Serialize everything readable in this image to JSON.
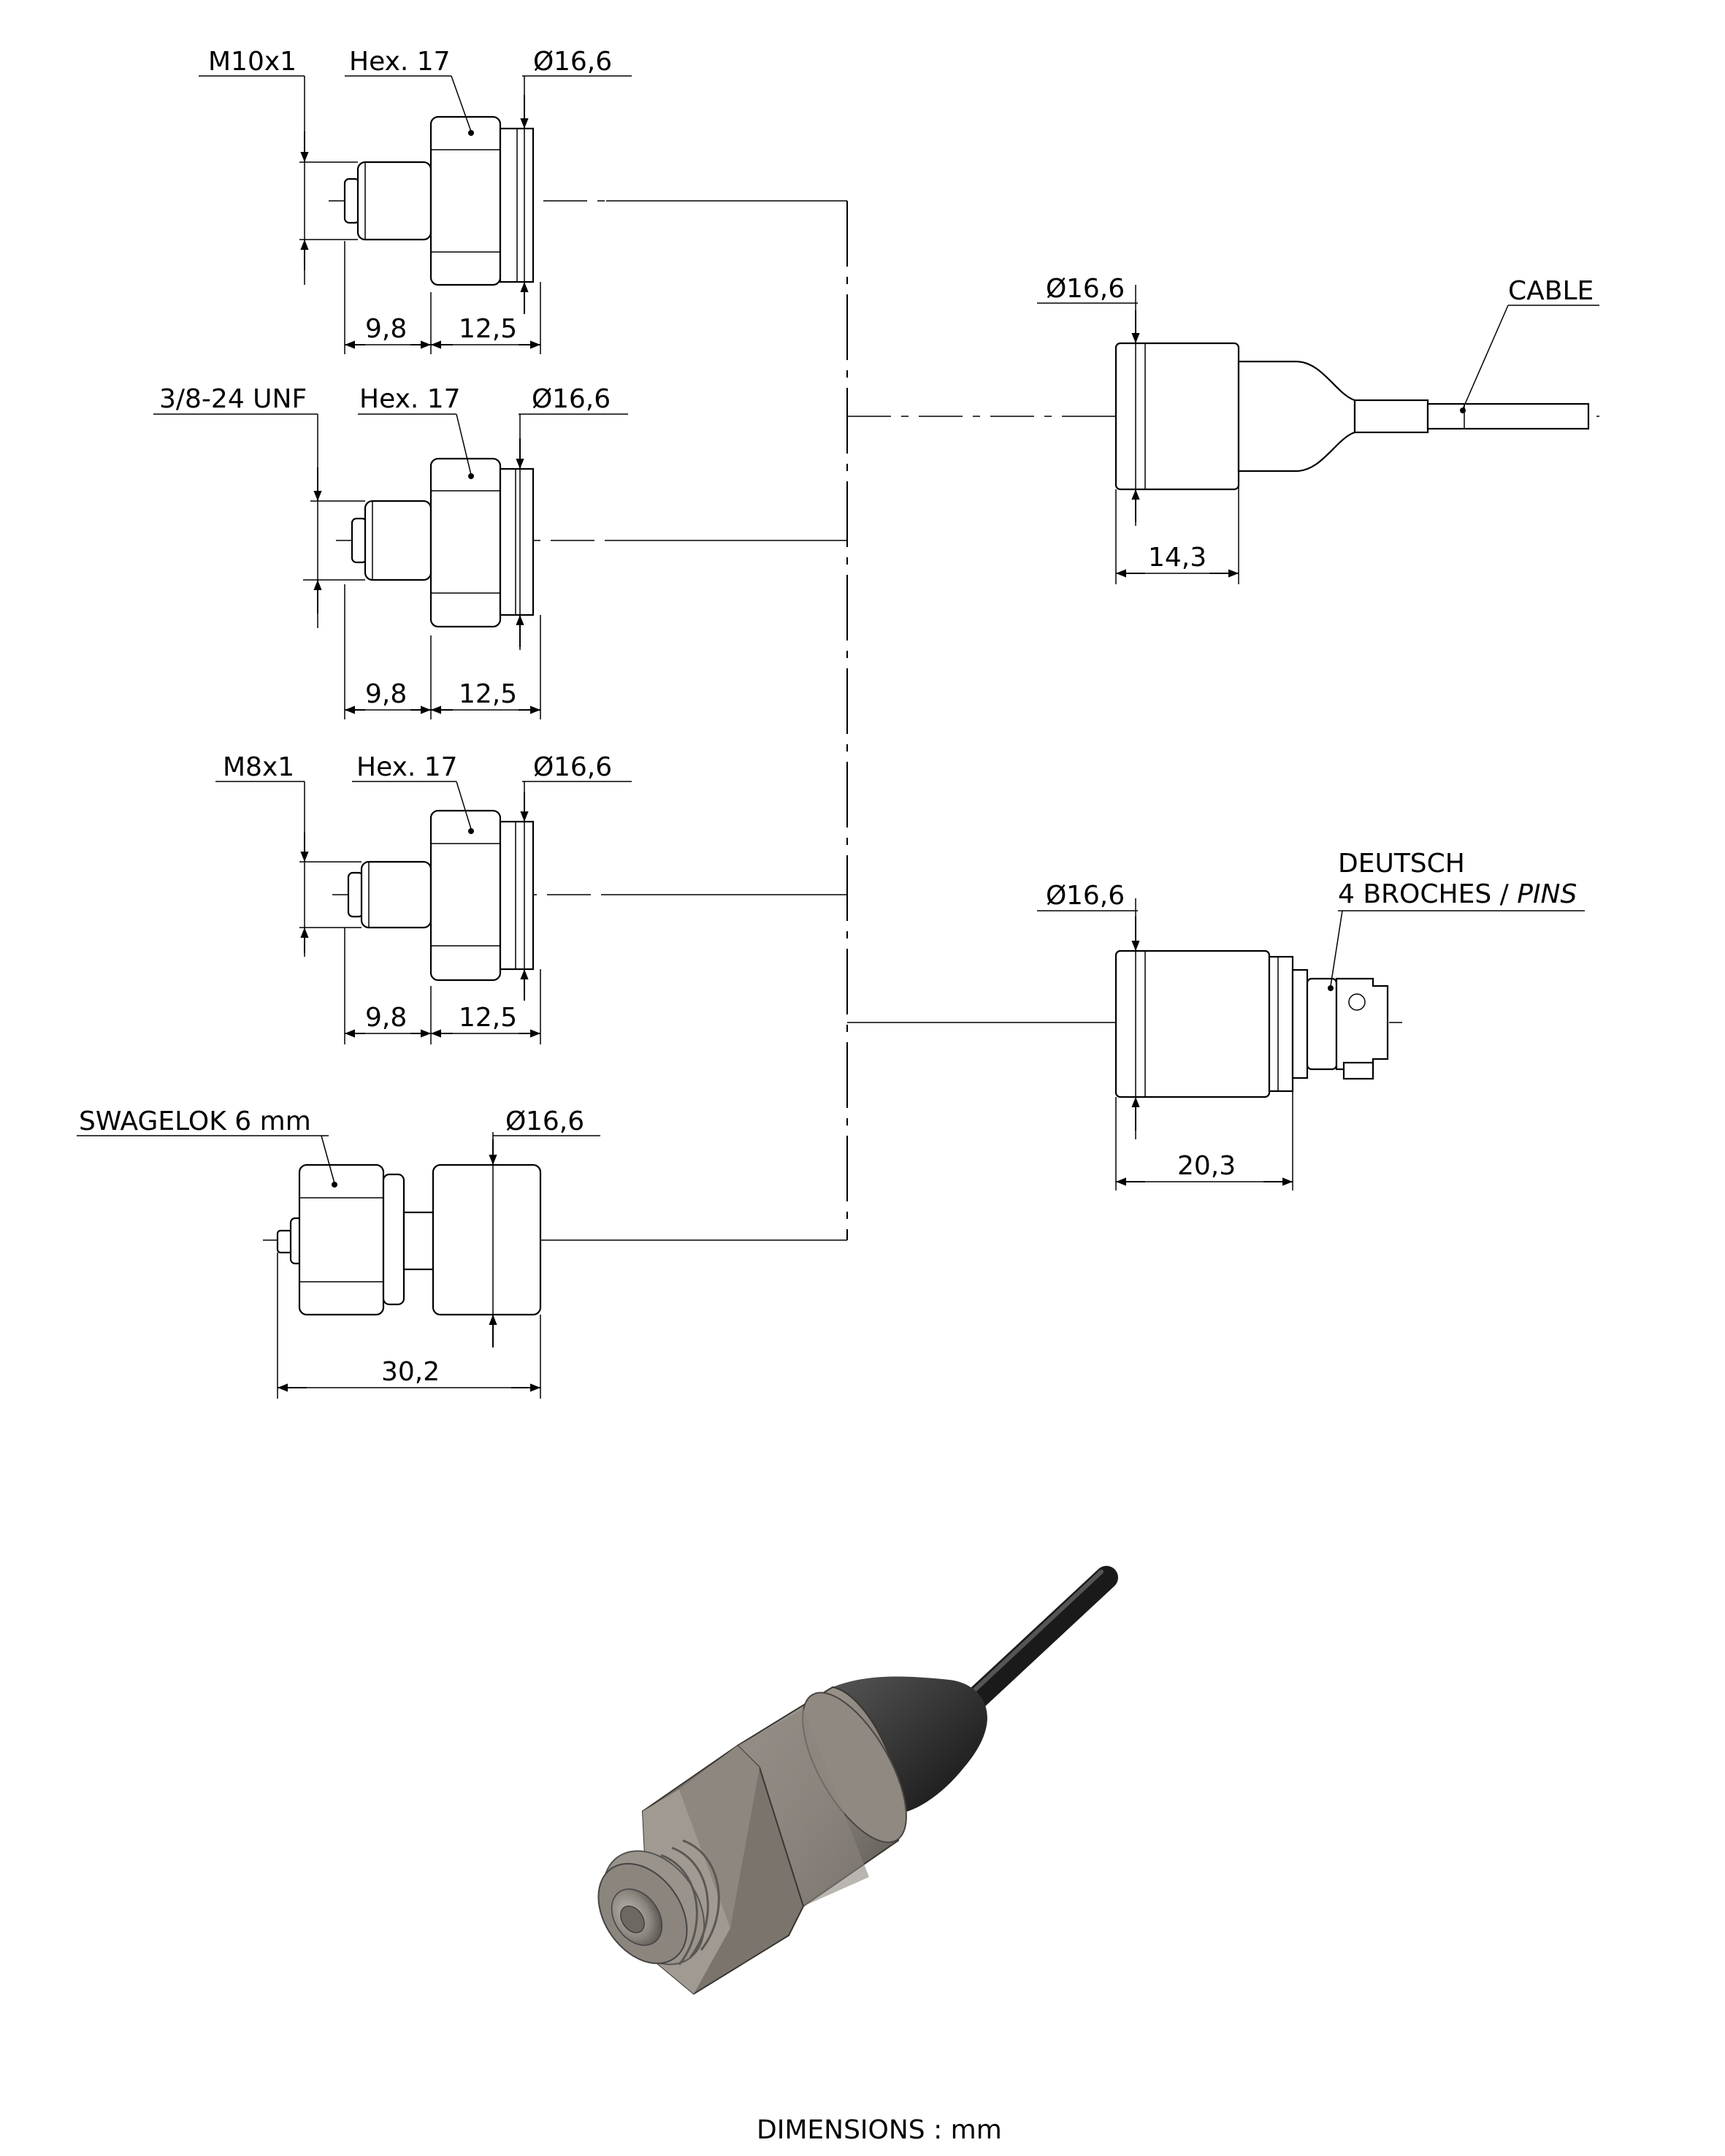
{
  "variants": [
    {
      "thread": "M10x1",
      "hex": "Hex. 17",
      "diameter": "16,6",
      "dim_a": "9,8",
      "dim_b": "12,5"
    },
    {
      "thread": "3/8-24 UNF",
      "hex": "Hex. 17",
      "diameter": "16,6",
      "dim_a": "9,8",
      "dim_b": "12,5"
    },
    {
      "thread": "M8x1",
      "hex": "Hex. 17",
      "diameter": "16,6",
      "dim_a": "9,8",
      "dim_b": "12,5"
    },
    {
      "thread": "SWAGELOK 6 mm",
      "diameter": "16,6",
      "dim_total": "30,2"
    }
  ],
  "connections": [
    {
      "type": "CABLE",
      "diameter": "16,6",
      "length": "14,3"
    },
    {
      "type_line1": "DEUTSCH",
      "type_line2_a": "4 BROCHES / ",
      "type_line2_b": "PINS",
      "diameter": "16,6",
      "length": "20,3"
    }
  ],
  "diameter_symbol": "Ø",
  "footer": "DIMENSIONS : mm"
}
